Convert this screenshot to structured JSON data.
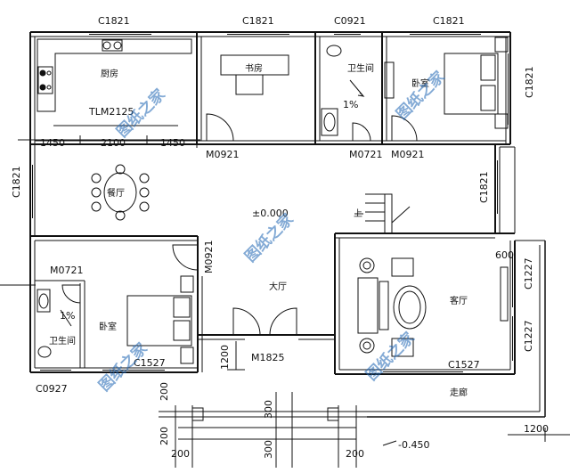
{
  "rooms": {
    "kitchen": "厨房",
    "study": "书房",
    "bath_top": "卫生间",
    "bedroom_top": "卧室",
    "dining": "餐厅",
    "living": "客厅",
    "hall": "大厅",
    "bedroom_left": "卧室",
    "bath_left": "卫生间",
    "corridor": "走廊"
  },
  "openings": {
    "window_kitchen": "C1821",
    "window_study": "C1821",
    "window_bath": "C0921",
    "window_bedroom_top": "C1821",
    "window_right_top": "C1821",
    "window_left_mid": "C1821",
    "window_right_mid": "C1821",
    "window_right_a": "C1227",
    "window_right_b": "C1227",
    "window_living": "C1527",
    "window_bedroom_left": "C1527",
    "window_bath_left": "C0927",
    "sliding_door": "TLM2125",
    "door_study": "M0921",
    "door_bath_top": "M0721",
    "door_bedroom_top": "M0921",
    "door_bedroom_left": "M0921",
    "door_bath_left": "M0721",
    "door_main": "M1825"
  },
  "slopes": {
    "bath_top": "1%",
    "bath_left": "1%"
  },
  "labels": {
    "elevation_zero": "±0.000",
    "elevation_low": "-0.450",
    "stair_up": "上"
  },
  "dimensions": {
    "dining_left": "1450",
    "dining_mid": "2100",
    "dining_right": "1450",
    "d1200_left": "1200",
    "d1200_right": "1200",
    "d600": "600",
    "d200_a": "200",
    "d200_b": "200",
    "d200_c": "200",
    "d200_d": "200",
    "d300_a": "300",
    "d300_b": "300"
  },
  "watermark": "图纸之家"
}
